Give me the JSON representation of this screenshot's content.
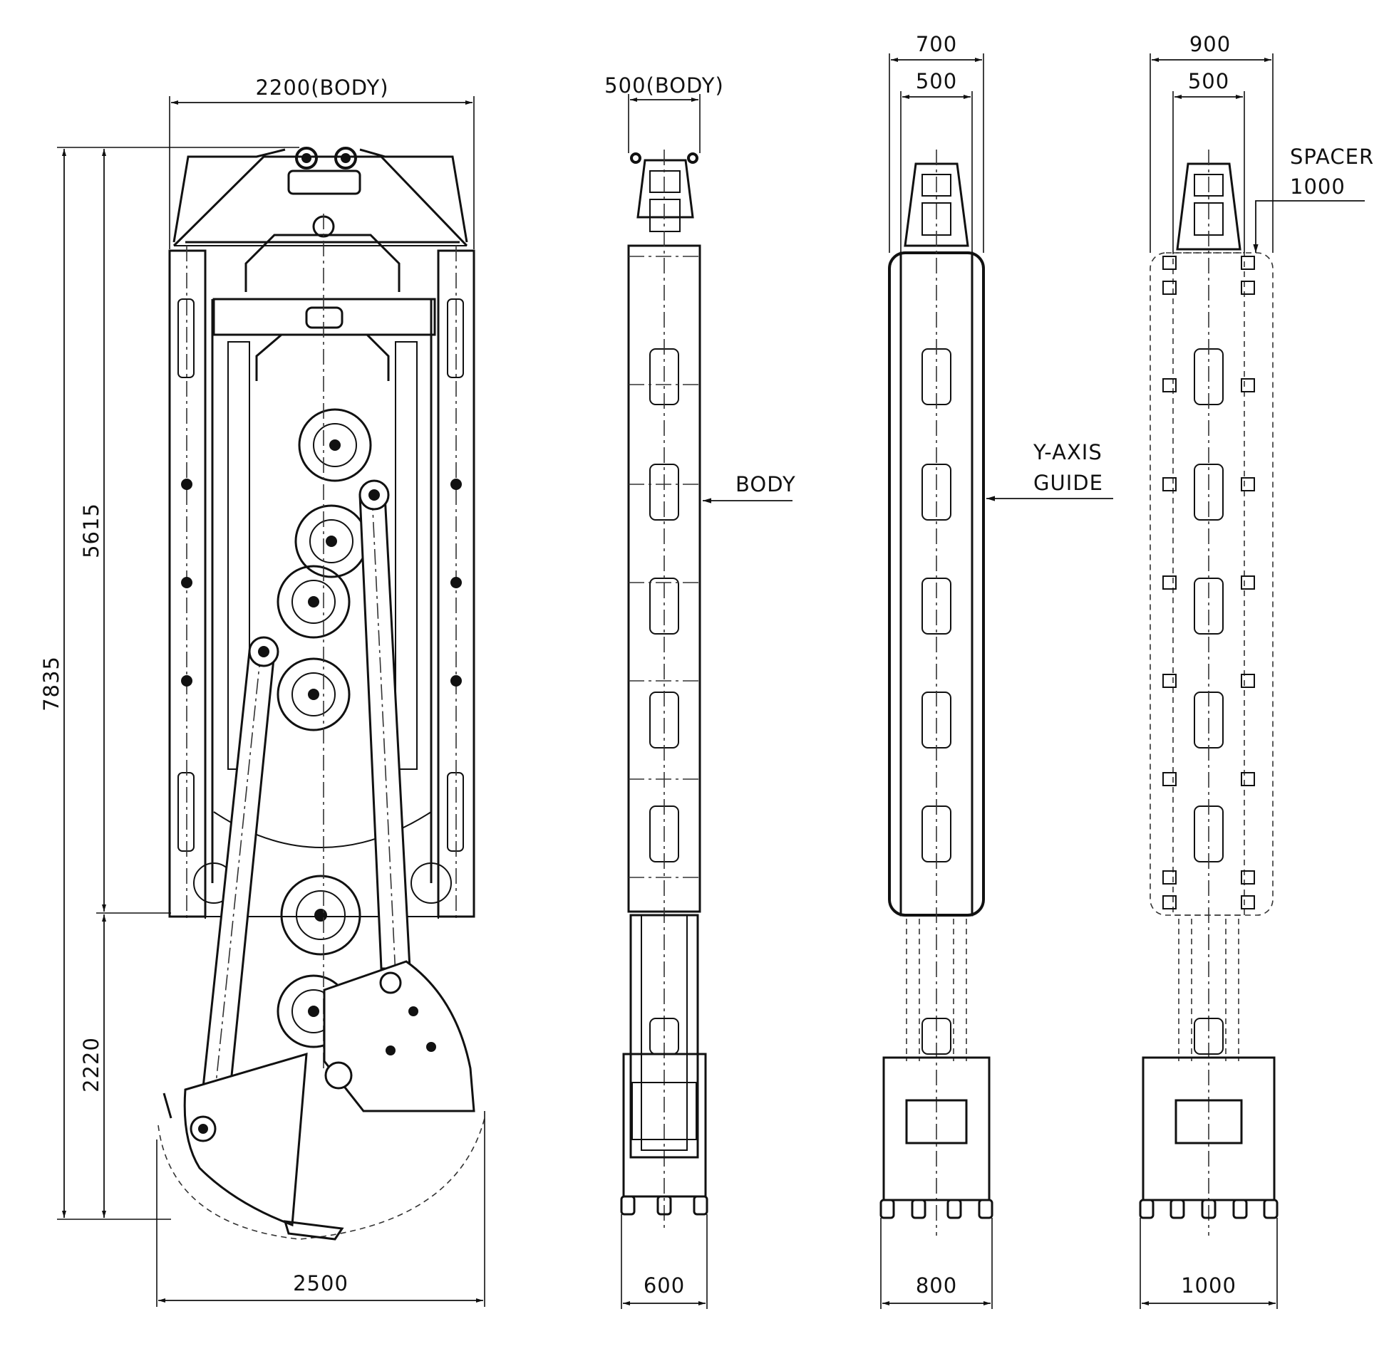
{
  "dimensions": {
    "front_body_width": "2200(BODY)",
    "front_overall_height": "7835",
    "front_body_height": "5615",
    "front_bucket_height": "2220",
    "front_bucket_width": "2500",
    "side_body_width": "500(BODY)",
    "side_bucket_width": "600",
    "view3_guide_width": "700",
    "view3_body_width": "500",
    "view3_bucket_width": "800",
    "view4_spacer_width": "900",
    "view4_body_width": "500",
    "view4_bucket_width": "1000"
  },
  "callouts": {
    "body": "BODY",
    "y_axis_line1": "Y-AXIS",
    "y_axis_line2": "GUIDE",
    "spacer_line1": "SPACER",
    "spacer_line2": "1000"
  }
}
